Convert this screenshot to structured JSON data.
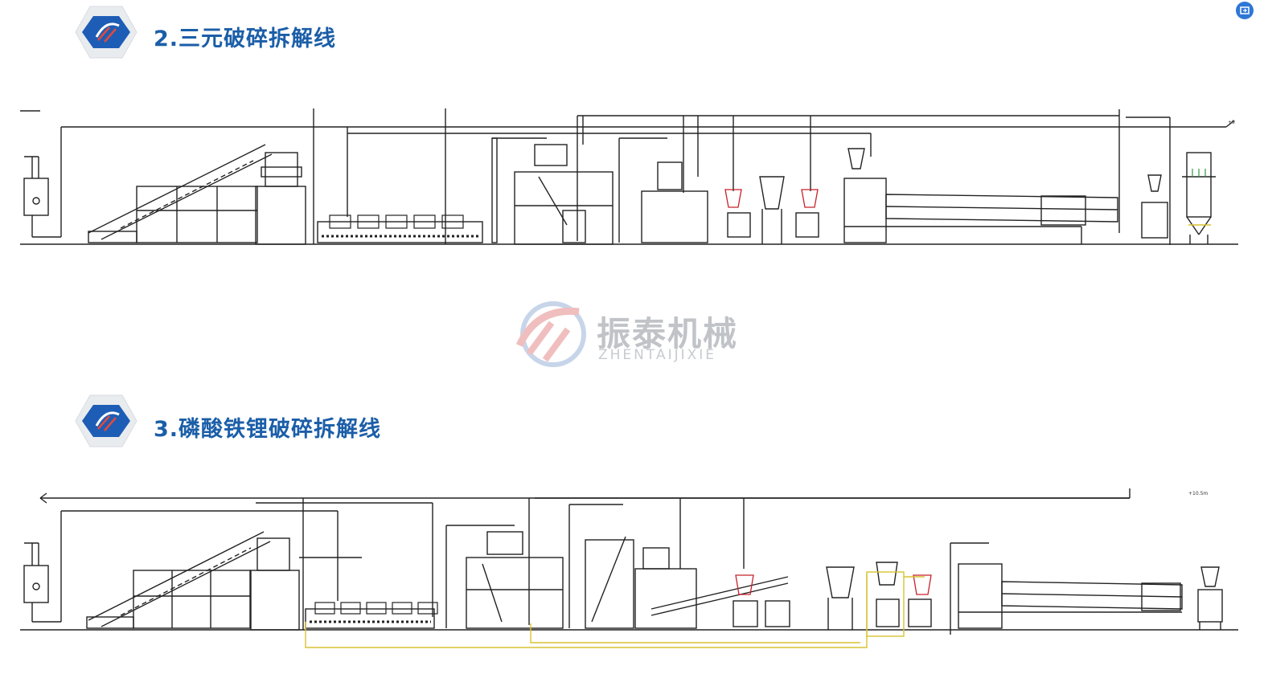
{
  "page": {
    "section_1_title": "2.三元破碎拆解线",
    "section_2_title": "3.磷酸铁锂破碎拆解线",
    "diagram_1_label": "+9",
    "diagram_2_label": "+10.5m"
  },
  "watermark": {
    "brand_cn": "振泰机械",
    "brand_en": "ZHENTAIJIXIE"
  },
  "colors": {
    "title_blue": "#1b5ea8",
    "badge_blue": "#1d5db5",
    "line_black": "#222222",
    "line_red": "#c8202a",
    "line_yellow": "#d8c230",
    "watermark_grey": "#8e939b"
  },
  "icons": {
    "badge": "zhentai-logo-icon",
    "corner": "export-icon"
  }
}
